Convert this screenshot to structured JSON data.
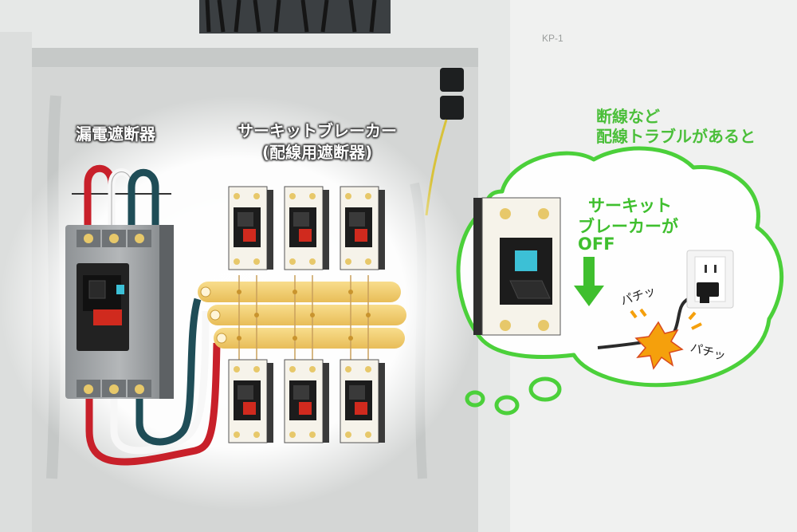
{
  "labels": {
    "earth_leakage_breaker": "漏電遮断器",
    "circuit_breaker_line1": "サーキットブレーカー",
    "circuit_breaker_line2": "(配線用遮断器)",
    "cause_line1": "断線など",
    "cause_line2": "配線トラブルがあると",
    "result_line1": "サーキット",
    "result_line2": "ブレーカーが",
    "result_line3": "OFF",
    "spark_sound_1": "パチッ",
    "spark_sound_2": "パチッ",
    "panel_tag": "KP-1"
  },
  "colors": {
    "accent_green": "#4bbf3a",
    "breaker_red": "#d02a1e",
    "busbar_gold": "#f2cf6e",
    "wire_red": "#c8202a",
    "wire_teal": "#1f4d57",
    "breaker_cyan": "#3cc0d6"
  },
  "icons": {
    "down_arrow": "down-arrow-icon",
    "spark": "spark-icon",
    "outlet": "power-outlet-icon"
  }
}
